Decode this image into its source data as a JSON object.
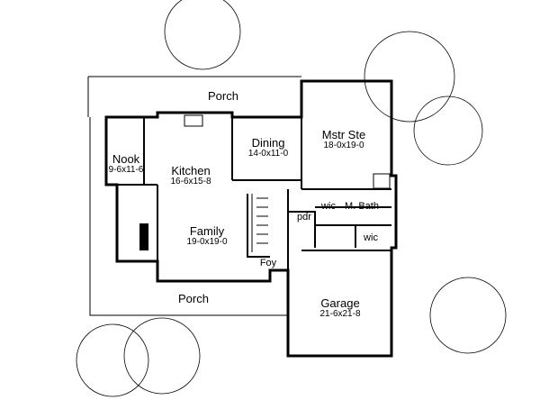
{
  "rooms": {
    "porch_top": {
      "name": "Porch"
    },
    "dining": {
      "name": "Dining",
      "size": "14-0x11-0"
    },
    "master": {
      "name": "Mstr Ste",
      "size": "18-0x19-0"
    },
    "nook": {
      "name": "Nook",
      "size": "9-6x11-6"
    },
    "kitchen": {
      "name": "Kitchen",
      "size": "16-6x15-8"
    },
    "family": {
      "name": "Family",
      "size": "19-0x19-0"
    },
    "wic1": {
      "name": "wic"
    },
    "mbath": {
      "name": "M. Bath"
    },
    "pdr": {
      "name": "pdr"
    },
    "wic2": {
      "name": "wic"
    },
    "foyer": {
      "name": "Foy"
    },
    "porch_bottom": {
      "name": "Porch"
    },
    "garage": {
      "name": "Garage",
      "size": "21-6x21-8"
    }
  }
}
